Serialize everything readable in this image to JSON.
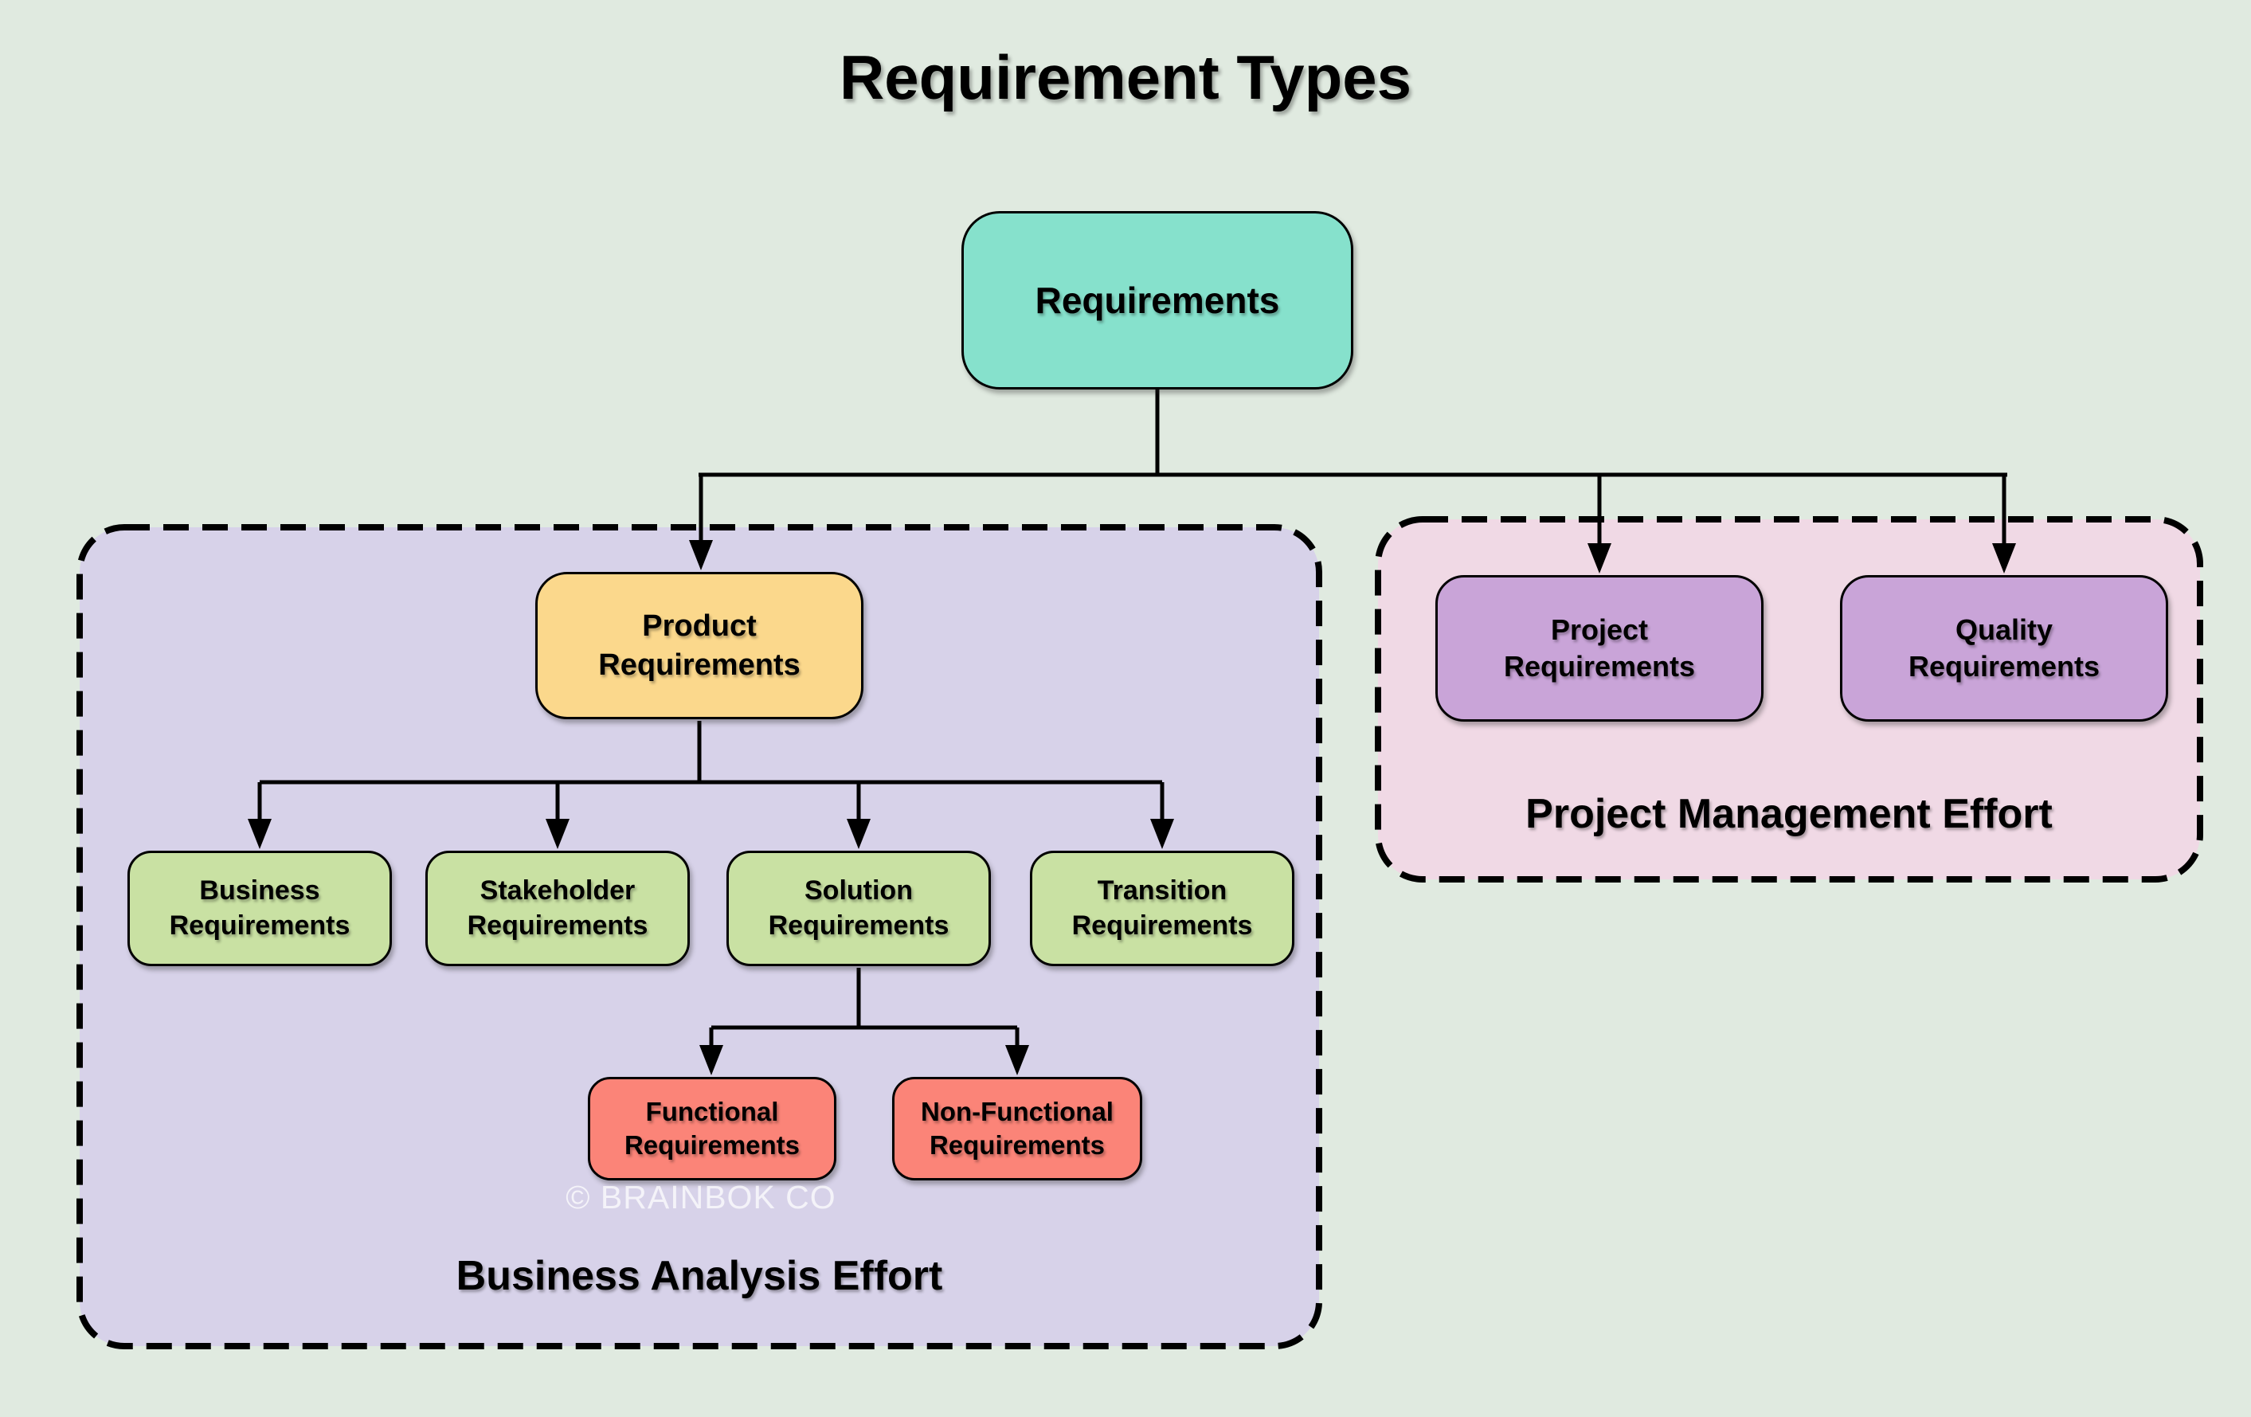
{
  "title": "Requirement Types",
  "watermark": "© BRAINBOK CO",
  "background": "#E0EAE0",
  "nodes": {
    "requirements": {
      "label": "Requirements",
      "fill": "#86E1CC"
    },
    "product": {
      "label": "Product\nRequirements",
      "fill": "#FBD88C"
    },
    "business": {
      "label": "Business\nRequirements",
      "fill": "#C9E1A3"
    },
    "stakeholder": {
      "label": "Stakeholder\nRequirements",
      "fill": "#C9E1A3"
    },
    "solution": {
      "label": "Solution\nRequirements",
      "fill": "#C9E1A3"
    },
    "transition": {
      "label": "Transition\nRequirements",
      "fill": "#C9E1A3"
    },
    "functional": {
      "label": "Functional\nRequirements",
      "fill": "#FB8478"
    },
    "nonfunctional": {
      "label": "Non-Functional\nRequirements",
      "fill": "#FB8478"
    },
    "project": {
      "label": "Project\nRequirements",
      "fill": "#C9A4D8"
    },
    "quality": {
      "label": "Quality\nRequirements",
      "fill": "#C9A4D8"
    }
  },
  "groups": {
    "business_analysis": {
      "label": "Business Analysis Effort",
      "fill": "#D7D2E9"
    },
    "project_management": {
      "label": "Project Management Effort",
      "fill": "#F0D9E5"
    }
  },
  "edges": [
    [
      "Requirements",
      "Product Requirements"
    ],
    [
      "Requirements",
      "Project Requirements"
    ],
    [
      "Requirements",
      "Quality Requirements"
    ],
    [
      "Product Requirements",
      "Business Requirements"
    ],
    [
      "Product Requirements",
      "Stakeholder Requirements"
    ],
    [
      "Product Requirements",
      "Solution Requirements"
    ],
    [
      "Product Requirements",
      "Transition Requirements"
    ],
    [
      "Solution Requirements",
      "Functional Requirements"
    ],
    [
      "Solution Requirements",
      "Non-Functional Requirements"
    ]
  ],
  "line_color": "#000000"
}
